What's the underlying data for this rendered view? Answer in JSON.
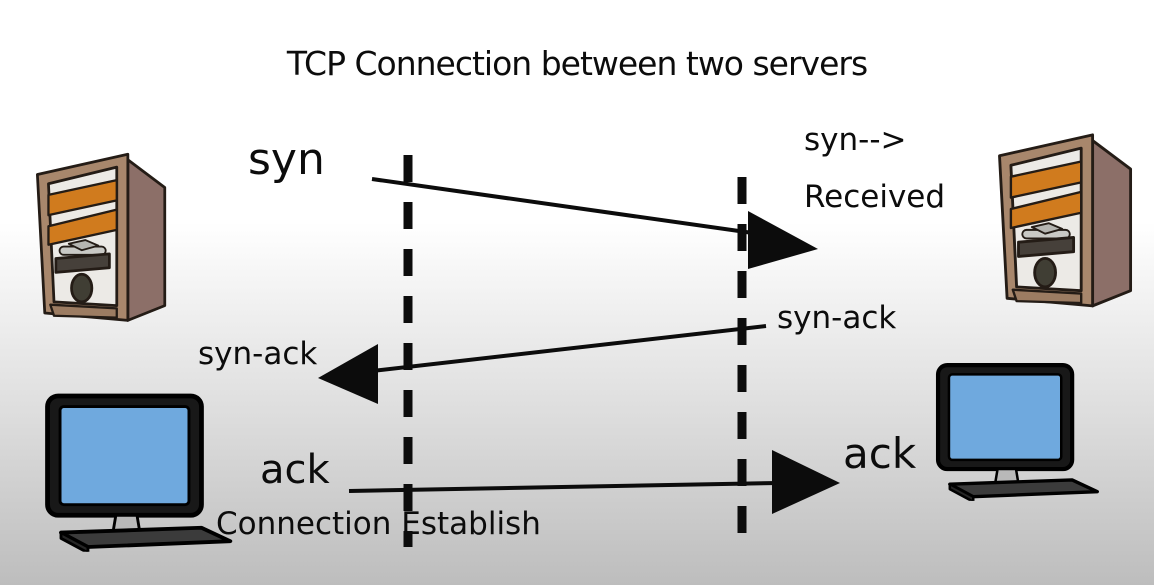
{
  "title": "TCP Connection between two servers",
  "messages": {
    "syn": {
      "label": "syn"
    },
    "syn_received": {
      "line1": "syn--&gt;",
      "line1_plain": "syn-->",
      "line2": "Received"
    },
    "syn_ack": {
      "left_label": "syn-ack",
      "right_label": "syn-ack"
    },
    "ack": {
      "left_label": "ack",
      "right_label": "ack"
    },
    "status": {
      "label": "Connection Establish"
    }
  },
  "icons": {
    "left_server": "server-tower-icon",
    "right_server": "server-tower-icon",
    "left_client": "monitor-icon",
    "right_client": "monitor-icon"
  },
  "colors": {
    "ink": "#0c0c0c",
    "tower_side": "#8c6f68",
    "tower_frame": "#a8876c",
    "tower_panel": "#eceae6",
    "tower_stripe": "#d07b1e",
    "tower_slot": "#46403a",
    "monitor_screen": "#6fa9de",
    "monitor_frame": "#181818",
    "monitor_base": "#3b3b3b",
    "background_bottom": "#bdbdbd"
  }
}
